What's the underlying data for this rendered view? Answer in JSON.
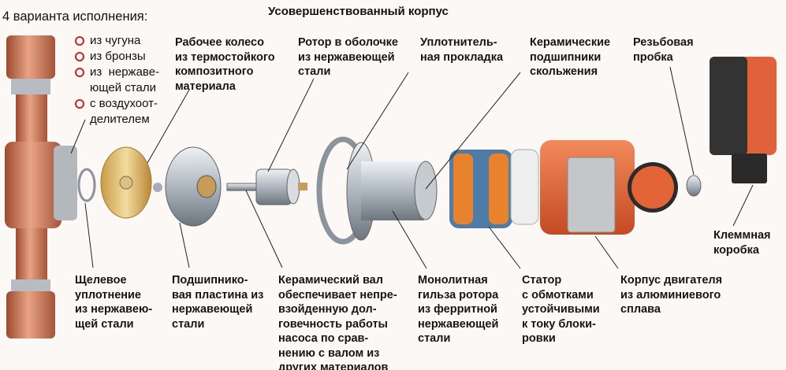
{
  "header": {
    "title": "Усовершенствованный корпус",
    "variants_heading": "4 варианта исполнения:"
  },
  "variants": [
    "из чугуна",
    "из бронзы",
    "из  нержаве-\nющей стали",
    "с воздухоот-\nделителем"
  ],
  "labels_top": {
    "impeller": "Рабочее колесо\nиз термостойкого\nкомпозитного\nматериала",
    "rotor": "Ротор в оболочке\nиз нержавеющей\nстали",
    "gasket": "Уплотнитель-\nная прокладка",
    "bearings": "Керамические\nподшипники\nскольжения",
    "plug": "Резьбовая\nпробка",
    "terminal_box": "Клеммная\nкоробка"
  },
  "labels_bottom": {
    "gap_seal": "Щелевое\nуплотнение\nиз нержавею-\nщей стали",
    "bearing_plate": "Подшипнико-\nвая пластина из\nнержавеющей\nстали",
    "ceramic_shaft": "Керамический вал\nобеспечивает непре-\nвзойденную дол-\nговечность работы\nнасоса по срав-\nнению с валом из\nдругих материалов",
    "rotor_can": "Монолитная\nгильза ротора\nиз ферритной\nнержавеющей\nстали",
    "stator": "Статор\nс обмотками\nустойчивыми\nк току блоки-\nровки",
    "motor_housing": "Корпус двигателя\nиз алюминиевого\nсплава"
  },
  "colors": {
    "background": "#fcf8f5",
    "copper": "#c9704f",
    "bullet": "#c0282d",
    "housing": "#e0623a"
  }
}
